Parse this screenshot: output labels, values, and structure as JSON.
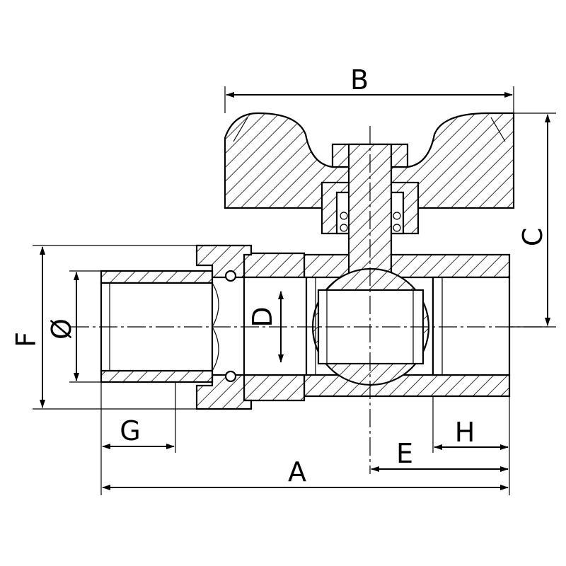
{
  "drawing": {
    "subject": "ball valve section drawing",
    "dimensions": {
      "A": "A",
      "B": "B",
      "C": "C",
      "D": "D",
      "E": "E",
      "F": "F",
      "G": "G",
      "H": "H",
      "diameter": "Ø"
    }
  }
}
